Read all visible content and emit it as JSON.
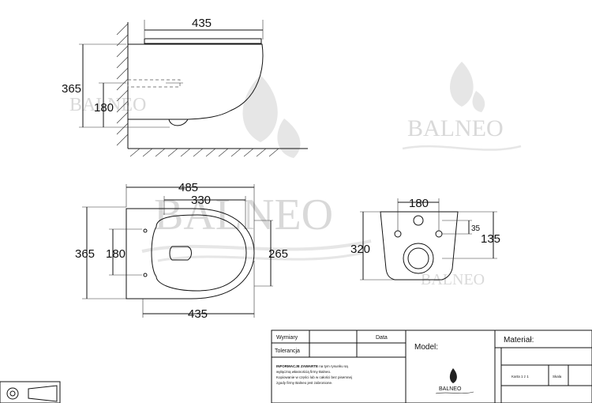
{
  "side_view": {
    "dims": {
      "width": "435",
      "height": "365",
      "outlet": "180"
    }
  },
  "top_view": {
    "dims": {
      "length": "485",
      "inner": "330",
      "depth": "365",
      "holes": "180",
      "bowl": "265",
      "base": "435"
    }
  },
  "rear_view": {
    "dims": {
      "holes": "180",
      "height": "320",
      "offset": "35",
      "center": "135"
    }
  },
  "watermark": {
    "brand": "BALNEO"
  },
  "title_block": {
    "wymiary": "Wymiary",
    "data": "Data",
    "tolerancja": "Tolerancja",
    "notice_bold": "INFORMACJE ZAWARTE",
    "notice_lines": [
      " na tym rysunku są",
      "wyłączną własnością firmy Balneo.",
      "Kopiowanie w części lub w całości bez pisemnej",
      "zgody firmy Balneo jest zabronione."
    ],
    "model_label": "Model:",
    "logo_text": "BALNEO",
    "material_label": "Materiał:",
    "scale_label": "Karta 1 z 1",
    "page_label": "Skala"
  },
  "colors": {
    "line": "#111111",
    "watermark": "#d9d9d9"
  }
}
